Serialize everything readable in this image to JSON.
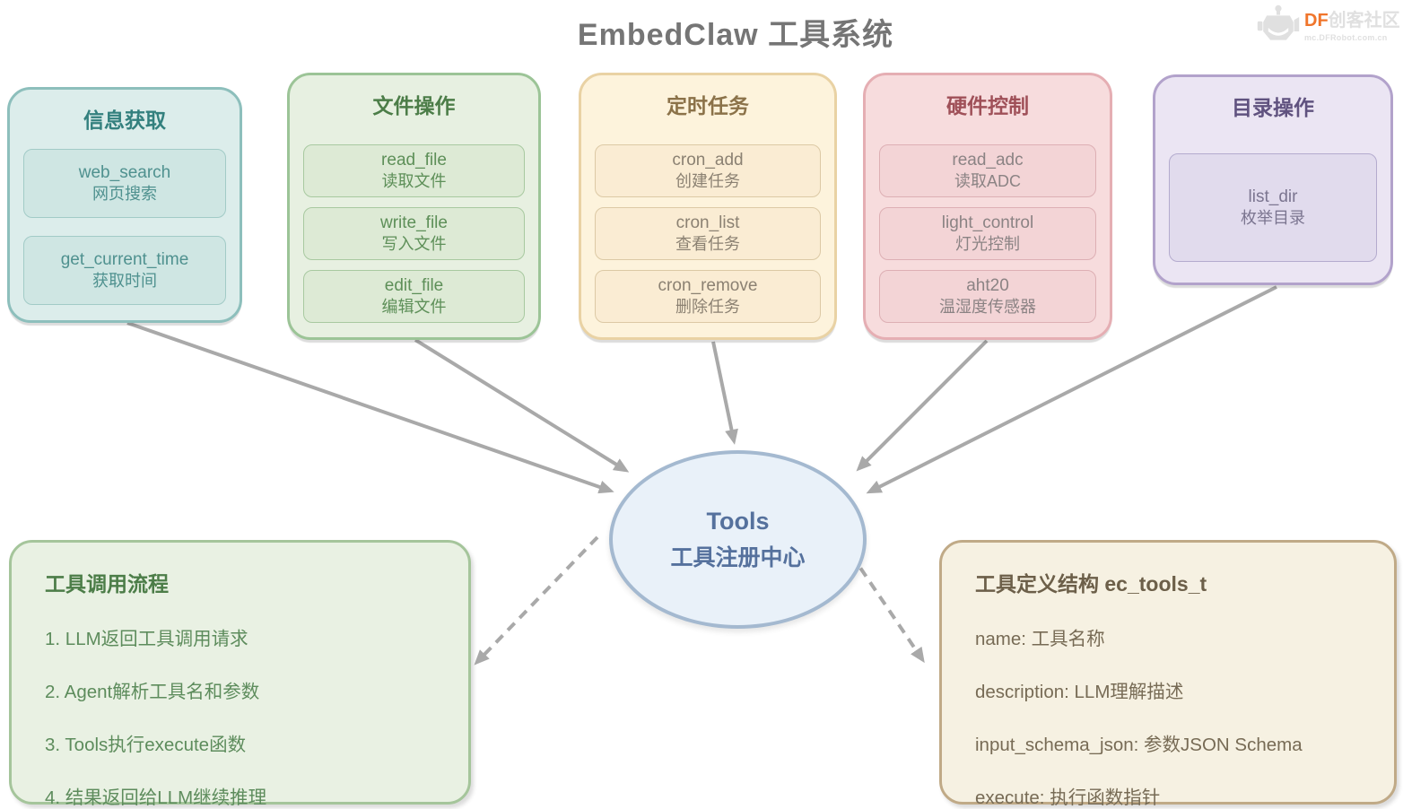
{
  "title": "EmbedClaw 工具系统",
  "logo": {
    "brand_orange": "DF",
    "brand_rest": "创客社区",
    "subtitle": "mc.DFRobot.com.cn"
  },
  "center_node": {
    "line1": "Tools",
    "line2": "工具注册中心"
  },
  "categories": [
    {
      "title": "信息获取",
      "colors": {
        "bg": "#dcedeb",
        "border": "#8dbfbc",
        "title": "#33807e",
        "item_bg": "#cfe6e3",
        "item_border": "#a2cbc7",
        "item_text": "#4f918f"
      },
      "tools": [
        {
          "name": "web_search",
          "desc": "网页搜索"
        },
        {
          "name": "get_current_time",
          "desc": "获取时间"
        }
      ]
    },
    {
      "title": "文件操作",
      "colors": {
        "bg": "#e7f0e1",
        "border": "#9cc497",
        "title": "#4c7d48",
        "item_bg": "#ddead5",
        "item_border": "#a8c9a0",
        "item_text": "#5d8f58"
      },
      "tools": [
        {
          "name": "read_file",
          "desc": "读取文件"
        },
        {
          "name": "write_file",
          "desc": "写入文件"
        },
        {
          "name": "edit_file",
          "desc": "编辑文件"
        }
      ]
    },
    {
      "title": "定时任务",
      "colors": {
        "bg": "#fdf3dc",
        "border": "#e9d2a4",
        "title": "#8b7249",
        "item_bg": "#faecd3",
        "item_border": "#dcc9a5",
        "item_text": "#8b8172"
      },
      "tools": [
        {
          "name": "cron_add",
          "desc": "创建任务"
        },
        {
          "name": "cron_list",
          "desc": "查看任务"
        },
        {
          "name": "cron_remove",
          "desc": "删除任务"
        }
      ]
    },
    {
      "title": "硬件控制",
      "colors": {
        "bg": "#f7dcdd",
        "border": "#e5aeb3",
        "title": "#9f5058",
        "item_bg": "#f3d4d6",
        "item_border": "#ddafb4",
        "item_text": "#8b8384"
      },
      "tools": [
        {
          "name": "read_adc",
          "desc": "读取ADC"
        },
        {
          "name": "light_control",
          "desc": "灯光控制"
        },
        {
          "name": "aht20",
          "desc": "温湿度传感器"
        }
      ]
    },
    {
      "title": "目录操作",
      "colors": {
        "bg": "#ebe5f3",
        "border": "#b2a2cb",
        "title": "#60527f",
        "item_bg": "#e1dbed",
        "item_border": "#b4abce",
        "item_text": "#7b7590"
      },
      "tools": [
        {
          "name": "list_dir",
          "desc": "枚举目录"
        }
      ]
    }
  ],
  "flow_box": {
    "title": "工具调用流程",
    "steps": [
      "1. LLM返回工具调用请求",
      "2. Agent解析工具名和参数",
      "3. Tools执行execute函数",
      "4. 结果返回给LLM继续推理"
    ],
    "colors": {
      "bg": "#e9f1e3",
      "border": "#a5c59b",
      "title": "#4c7d48",
      "text": "#5d8c5c"
    }
  },
  "struct_box": {
    "title": "工具定义结构 ec_tools_t",
    "fields": [
      "name: 工具名称",
      "description: LLM理解描述",
      "input_schema_json: 参数JSON Schema",
      "execute: 执行函数指针"
    ],
    "colors": {
      "bg": "#f6f1e2",
      "border": "#c0aa87",
      "title": "#6c5f49",
      "text": "#776b55"
    }
  },
  "palette": {
    "background": "#ffffff",
    "page_title_text": "#757575",
    "arrow": "#a9a9a9",
    "ellipse_fill": "#e9f1f9",
    "ellipse_border": "#a4b9d0",
    "ellipse_text": "#55719d",
    "logo_orange": "#f0752b",
    "logo_gray": "#e0e0e0"
  }
}
